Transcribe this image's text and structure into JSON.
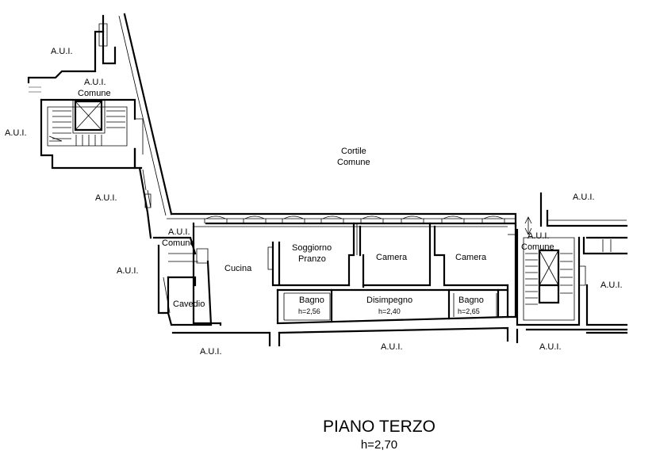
{
  "plan": {
    "labels": {
      "aui_top_left": "A.U.I.",
      "aui_left": "A.U.I.",
      "aui_stair_upper": "A.U.I.",
      "comune_stair_upper": "Comune",
      "aui_mid_left": "A.U.I.",
      "aui_cavedio": "A.U.I.",
      "comune_cavedio": "Comune",
      "aui_far_left": "A.U.I.",
      "cavedio": "Cavedio",
      "cortile_line1": "Cortile",
      "cortile_line2": "Comune",
      "cucina": "Cucina",
      "soggiorno_line1": "Soggiorno",
      "soggiorno_line2": "Pranzo",
      "camera_1": "Camera",
      "camera_2": "Camera",
      "bagno_1": "Bagno",
      "bagno_1_height": "h=2,56",
      "disimpegno": "Disimpegno",
      "disimpegno_height": "h=2,40",
      "bagno_2": "Bagno",
      "bagno_2_height": "h=2,65",
      "aui_right_top": "A.U.I.",
      "aui_right_stair": "A.U.I.",
      "comune_right_stair": "Comune",
      "aui_right": "A.U.I.",
      "aui_bottom_left": "A.U.I.",
      "aui_bottom_center": "A.U.I.",
      "aui_bottom_right": "A.U.I."
    },
    "title": "PIANO TERZO",
    "subtitle": "h=2,70"
  }
}
